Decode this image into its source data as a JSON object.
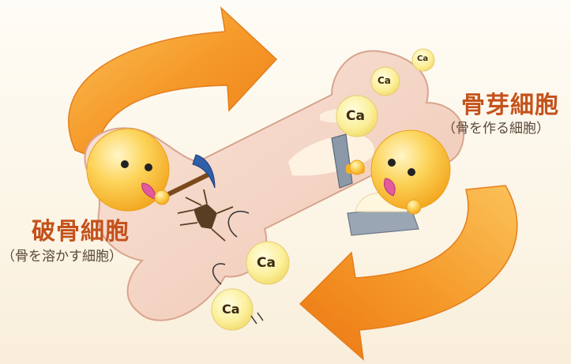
{
  "osteoclast": {
    "name": "破骨細胞",
    "description": "（骨を溶かす細胞）"
  },
  "osteoblast": {
    "name": "骨芽細胞",
    "description": "（骨を作る細胞）"
  },
  "calcium": {
    "symbol": "Ca"
  },
  "colors": {
    "arrow": "#f59a2a",
    "bone": "#f3d2c2",
    "cell": "#f7b21f",
    "title": "#c4521b"
  }
}
